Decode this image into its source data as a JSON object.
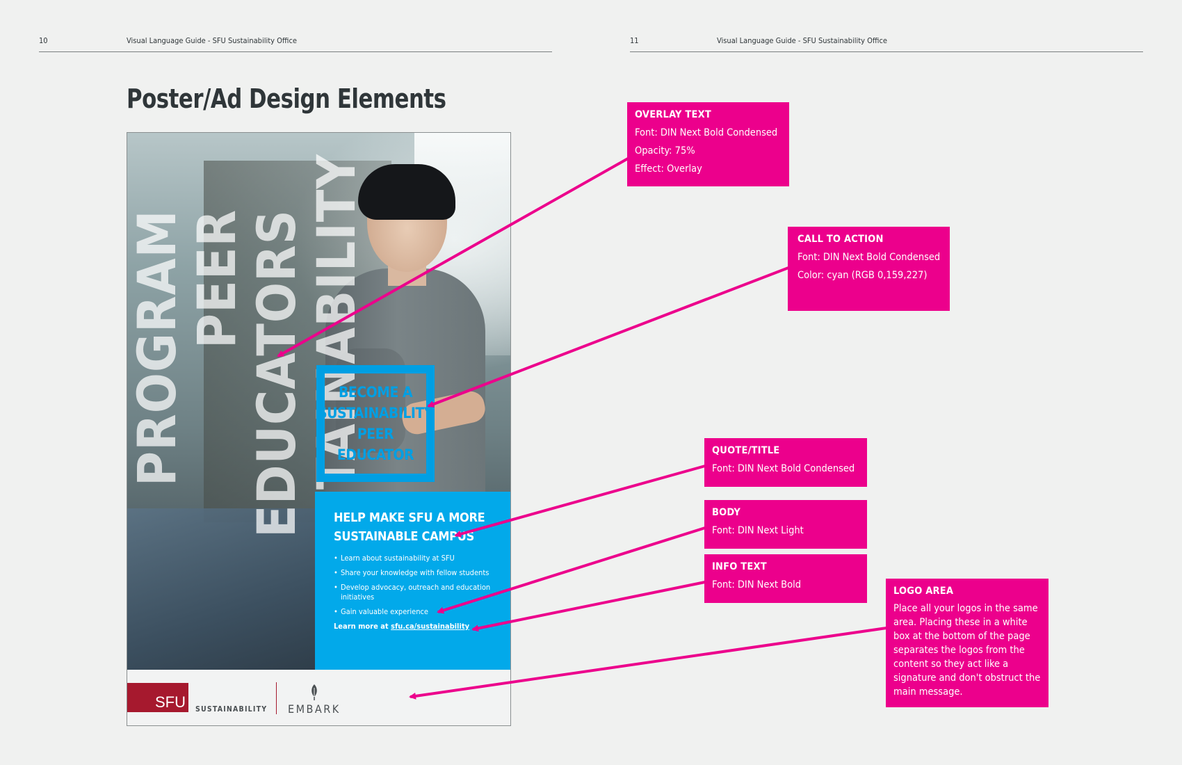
{
  "header": {
    "left_page_number": "10",
    "right_page_number": "11",
    "left_running_title": "Visual Language Guide - SFU Sustainability Office",
    "right_running_title": "Visual Language Guide - SFU Sustainability Office"
  },
  "page_title": "Poster/Ad Design Elements",
  "poster": {
    "overlay_lines": [
      "SUSTAINABILITY",
      "PEER EDUCATORS",
      "PROGRAM"
    ],
    "cta_lines": [
      "BECOME A",
      "SUSTAINABILITY",
      "PEER",
      "EDUCATOR"
    ],
    "info_title_lines": [
      "HELP MAKE SFU A MORE",
      "SUSTAINABLE CAMPUS"
    ],
    "bullets": [
      "Learn about sustainability at SFU",
      "Share your knowledge with fellow students",
      "Develop advocacy, outreach and education initiatives",
      "Gain valuable experience"
    ],
    "learn_more_prefix": "Learn more at ",
    "learn_more_link": "sfu.ca/sustainability",
    "logos": {
      "sfu": "SFU",
      "sfu_sub": "SUSTAINABILITY",
      "partner": "EMBARK"
    }
  },
  "annotations": {
    "overlay_text": {
      "heading": "OVERLAY TEXT",
      "lines": [
        "Font: DIN Next Bold Condensed",
        "Opacity: 75%",
        "Effect: Overlay"
      ]
    },
    "call_to_action": {
      "heading": "CALL TO ACTION",
      "lines": [
        "Font: DIN Next Bold Condensed",
        "Color: cyan (RGB 0,159,227)"
      ]
    },
    "quote_title": {
      "heading": "QUOTE/TITLE",
      "lines": [
        "Font: DIN Next Bold Condensed"
      ]
    },
    "body": {
      "heading": "BODY",
      "lines": [
        "Font: DIN Next Light"
      ]
    },
    "info_text": {
      "heading": "INFO TEXT",
      "lines": [
        "Font: DIN Next Bold"
      ]
    },
    "logo_area": {
      "heading": "LOGO AREA",
      "body": "Place all your logos in the same area. Placing these in a white box at the bottom of the page separates the logos from the content so they act like a signature and don't obstruct the main message."
    }
  },
  "colors": {
    "annotation_magenta": "#ec008c",
    "cta_cyan": "#009fe3",
    "info_panel_blue": "#02a9ea",
    "sfu_red": "#a6192e",
    "page_background": "#f0f1f0",
    "title_charcoal": "#2f3639"
  }
}
